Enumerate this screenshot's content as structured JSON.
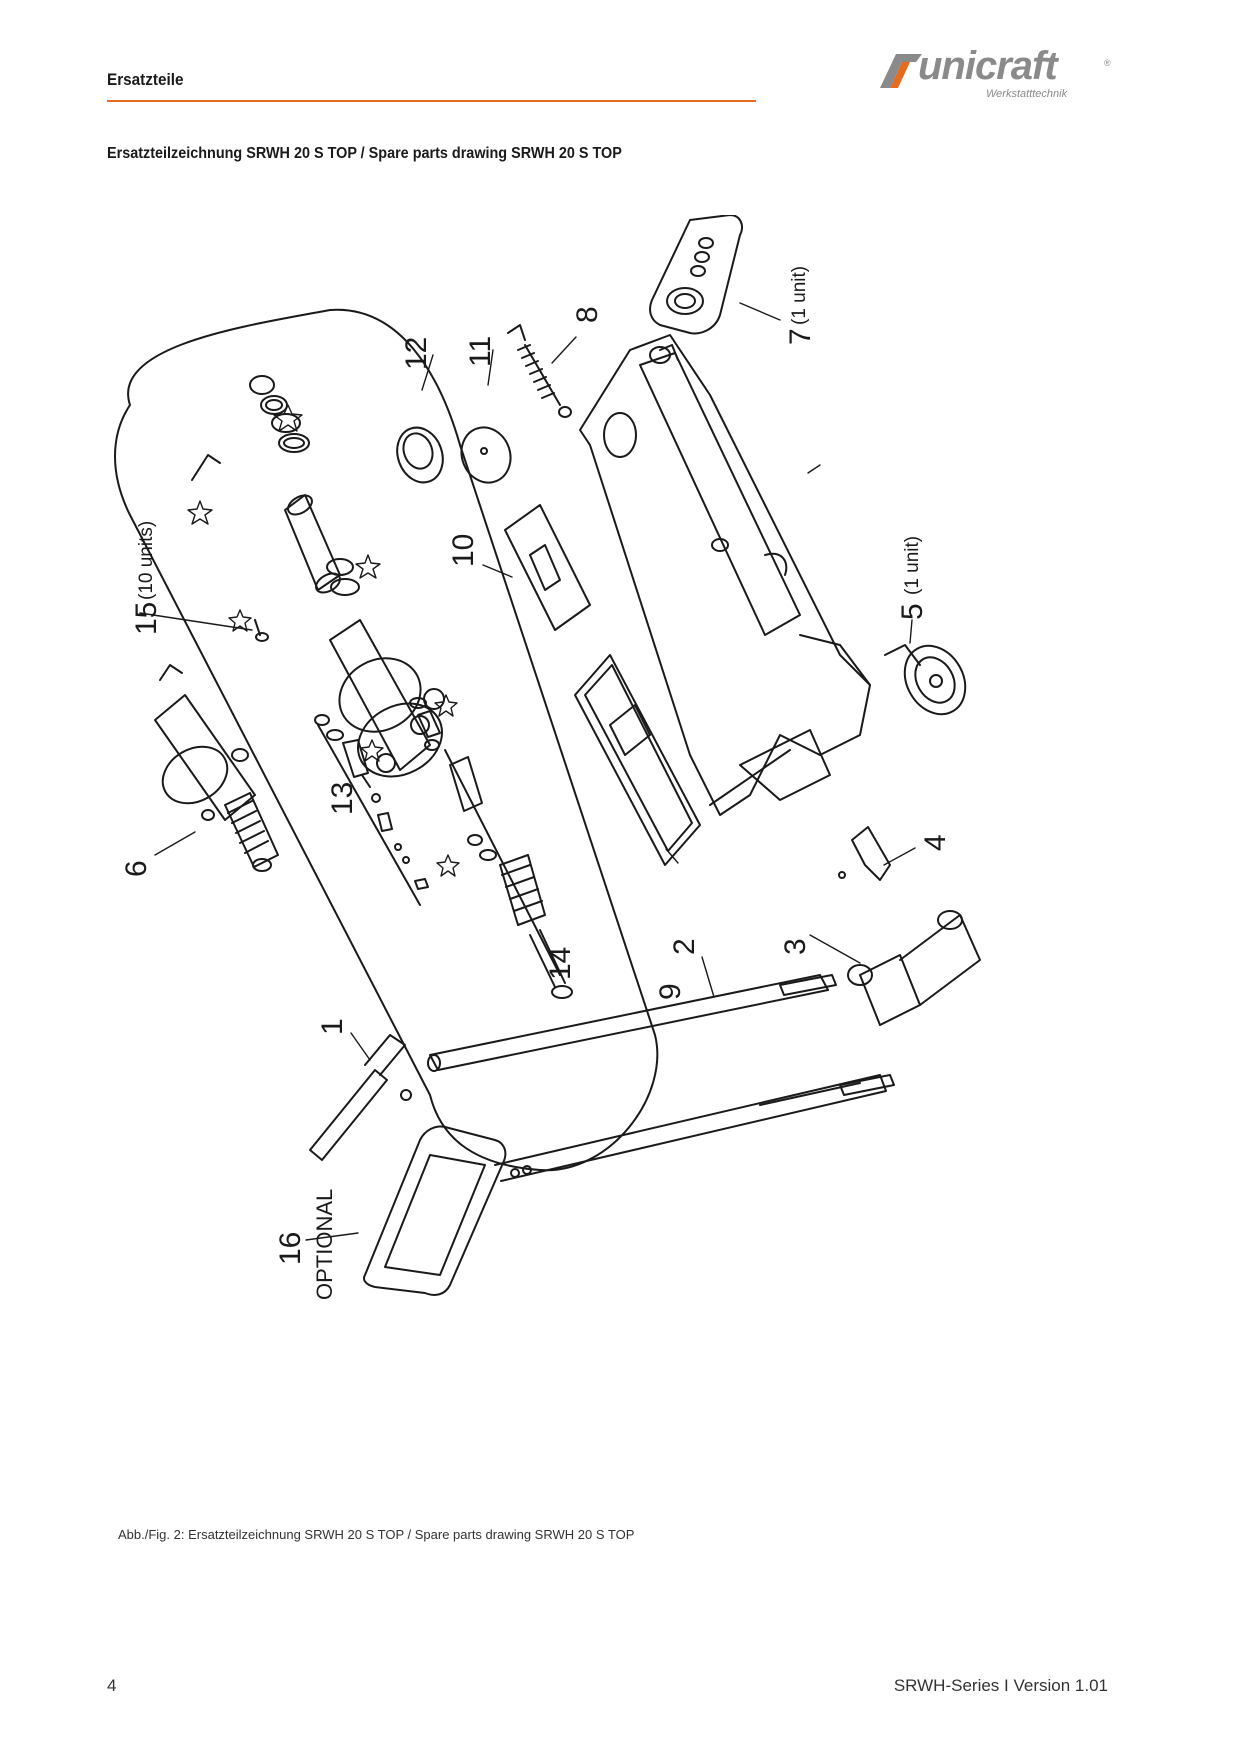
{
  "header": {
    "section_title": "Ersatzteile",
    "logo_text": "unicraft",
    "logo_subtitle": "Werkstatttechnik",
    "logo_registered": "®",
    "accent_color": "#e46c1e"
  },
  "doc_heading": "Ersatzteilzeichnung SRWH 20 S TOP / Spare parts drawing SRWH 20 S TOP",
  "drawing": {
    "callouts": {
      "c1": "1",
      "c2": "2",
      "c3": "3",
      "c4": "4",
      "c5": "5",
      "c5_note": "(1 unit)",
      "c6": "6",
      "c7": "7",
      "c7_note": "(1 unit)",
      "c8": "8",
      "c9": "9",
      "c10": "10",
      "c11": "11",
      "c12": "12",
      "c13": "13",
      "c14": "14",
      "c15": "15",
      "c15_note": "(10 units)",
      "c16": "16",
      "c16_note": "OPTIONAL"
    }
  },
  "caption": "Abb./Fig. 2: Ersatzteilzeichnung SRWH 20 S TOP / Spare parts drawing SRWH 20 S TOP",
  "footer": {
    "page_number": "4",
    "version": "SRWH-Series I Version 1.01"
  }
}
